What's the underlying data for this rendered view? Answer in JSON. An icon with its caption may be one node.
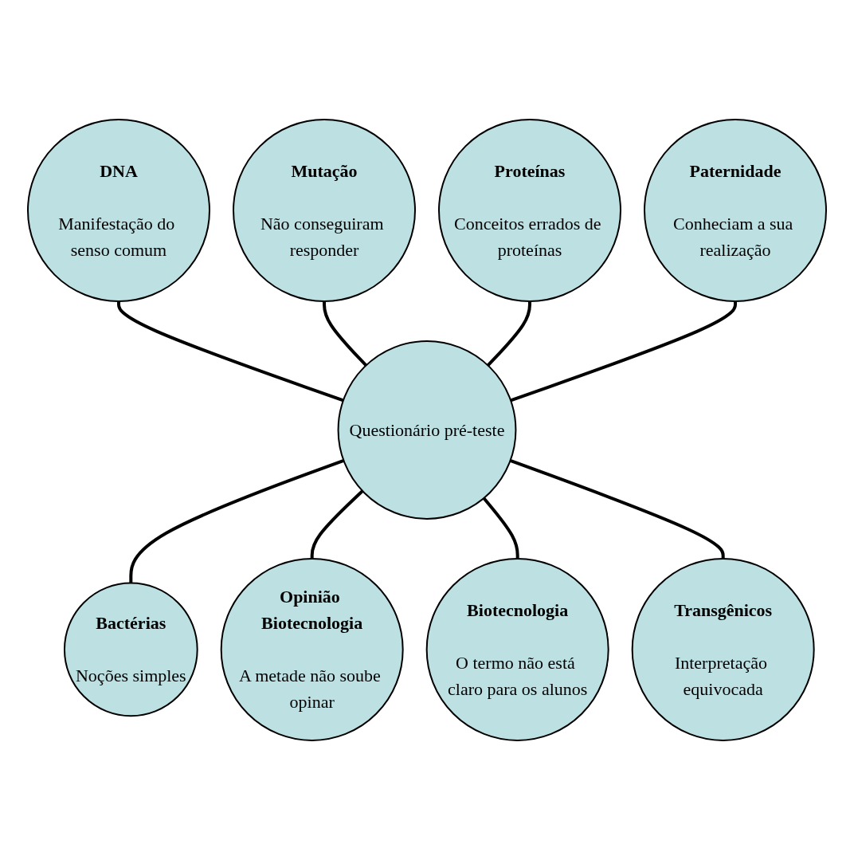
{
  "diagram": {
    "nodes": [
      {
        "text": [
          "DNA",
          "Manifestação do senso comum"
        ]
      },
      {
        "text": [
          "Mutação",
          "Não conseguiram responder"
        ]
      },
      {
        "text": [
          "Proteínas",
          "Conceitos errados de proteínas"
        ]
      },
      {
        "text": [
          "Paternidade",
          "Conheciam a sua realização"
        ]
      },
      {
        "text": [
          "Questionário pré-teste"
        ]
      },
      {
        "text": [
          "Bactérias",
          "Noções simples"
        ]
      },
      {
        "text": [
          "Opinião Biotecnologia",
          "A metade não soube opinar"
        ]
      },
      {
        "text": [
          "Biotecnologia",
          "O termo não está claro para os alunos"
        ]
      },
      {
        "text": [
          "Transgênicos",
          "Interpretação equivocada"
        ]
      }
    ],
    "edges": [
      {
        "from": 0,
        "to": 4,
        "arrow": "none"
      },
      {
        "from": 1,
        "to": 4,
        "arrow": "none"
      },
      {
        "from": 2,
        "to": 4,
        "arrow": "none"
      },
      {
        "from": 3,
        "to": 4,
        "arrow": "none"
      },
      {
        "from": 4,
        "to": 5,
        "arrow": "none"
      },
      {
        "from": 4,
        "to": 6,
        "arrow": "none"
      },
      {
        "from": 4,
        "to": 7,
        "arrow": "none"
      },
      {
        "from": 4,
        "to": 8,
        "arrow": "none"
      }
    ]
  }
}
